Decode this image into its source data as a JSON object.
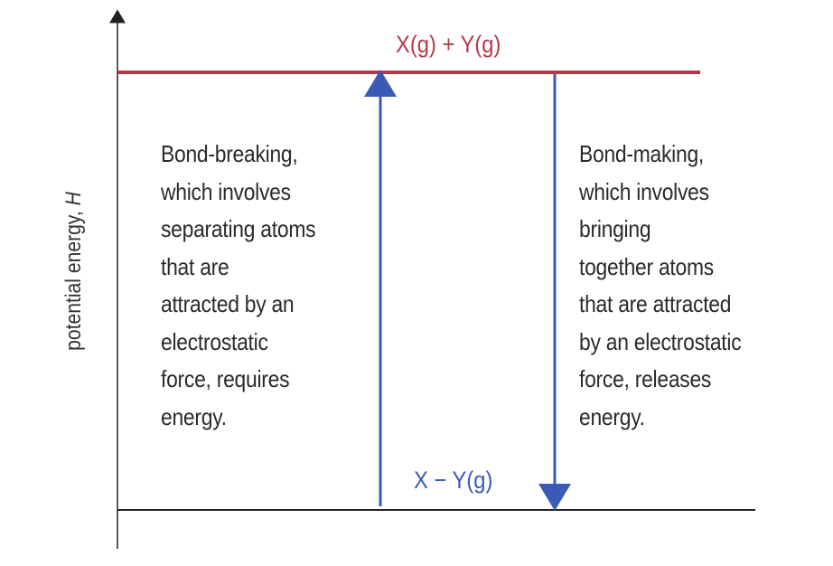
{
  "diagram": {
    "y_axis_label": "potential energy,",
    "y_axis_symbol": "H",
    "upper_level_label": "X(g) + Y(g)",
    "lower_level_label": "X − Y(g)",
    "left_text": [
      "Bond-breaking,",
      "which involves",
      "separating atoms",
      "that are",
      "attracted by an",
      "electrostatic",
      "force, requires",
      "energy."
    ],
    "right_text": [
      "Bond-making,",
      "which involves",
      "bringing",
      "together atoms",
      "that are attracted",
      "by an electrostatic",
      "force, releases",
      "energy."
    ],
    "colors": {
      "upper_level": "#b23a48",
      "arrows": "#3a5bb5",
      "axis": "#222222"
    }
  }
}
